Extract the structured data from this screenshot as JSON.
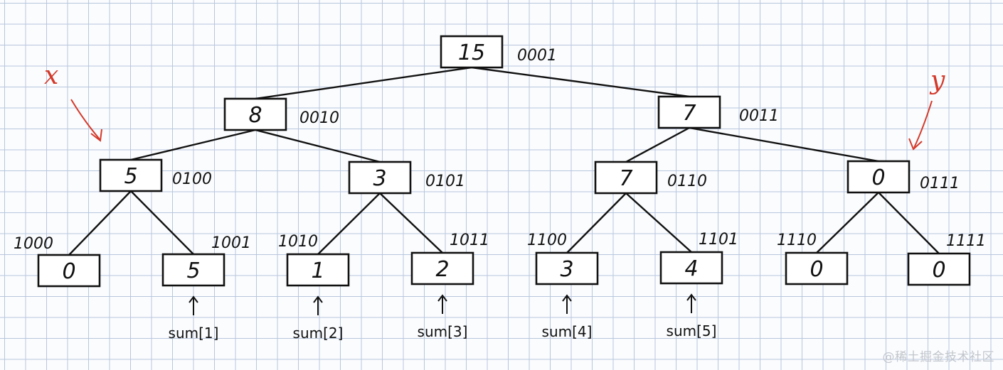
{
  "tree": {
    "nodes": [
      {
        "id": "root",
        "value": "15",
        "code": "0001"
      },
      {
        "id": "l1-left",
        "value": "8",
        "code": "0010"
      },
      {
        "id": "l1-right",
        "value": "7",
        "code": "0011"
      },
      {
        "id": "l2-a",
        "value": "5",
        "code": "0100"
      },
      {
        "id": "l2-b",
        "value": "3",
        "code": "0101"
      },
      {
        "id": "l2-c",
        "value": "7",
        "code": "0110"
      },
      {
        "id": "l2-d",
        "value": "0",
        "code": "0111"
      },
      {
        "id": "leaf-1",
        "value": "0",
        "code": "1000"
      },
      {
        "id": "leaf-2",
        "value": "5",
        "code": "1001"
      },
      {
        "id": "leaf-3",
        "value": "1",
        "code": "1010"
      },
      {
        "id": "leaf-4",
        "value": "2",
        "code": "1011"
      },
      {
        "id": "leaf-5",
        "value": "3",
        "code": "1100"
      },
      {
        "id": "leaf-6",
        "value": "4",
        "code": "1101"
      },
      {
        "id": "leaf-7",
        "value": "0",
        "code": "1110"
      },
      {
        "id": "leaf-8",
        "value": "0",
        "code": "1111"
      }
    ],
    "edges": [
      [
        "root",
        "l1-left"
      ],
      [
        "root",
        "l1-right"
      ],
      [
        "l1-left",
        "l2-a"
      ],
      [
        "l1-left",
        "l2-b"
      ],
      [
        "l1-right",
        "l2-c"
      ],
      [
        "l1-right",
        "l2-d"
      ],
      [
        "l2-a",
        "leaf-1"
      ],
      [
        "l2-a",
        "leaf-2"
      ],
      [
        "l2-b",
        "leaf-3"
      ],
      [
        "l2-b",
        "leaf-4"
      ],
      [
        "l2-c",
        "leaf-5"
      ],
      [
        "l2-c",
        "leaf-6"
      ],
      [
        "l2-d",
        "leaf-7"
      ],
      [
        "l2-d",
        "leaf-8"
      ]
    ]
  },
  "sum_labels": [
    {
      "target": "leaf-2",
      "text": "sum[1]"
    },
    {
      "target": "leaf-3",
      "text": "sum[2]"
    },
    {
      "target": "leaf-4",
      "text": "sum[3]"
    },
    {
      "target": "leaf-5",
      "text": "sum[4]"
    },
    {
      "target": "leaf-6",
      "text": "sum[5]"
    }
  ],
  "markers": [
    {
      "text": "x",
      "target": "l2-a"
    },
    {
      "text": "y",
      "target": "l2-d"
    }
  ],
  "colors": {
    "ink": "#111111",
    "annotation": "#d4392a",
    "grid": "#b7c6dd"
  },
  "watermark": "@稀土掘金技术社区"
}
